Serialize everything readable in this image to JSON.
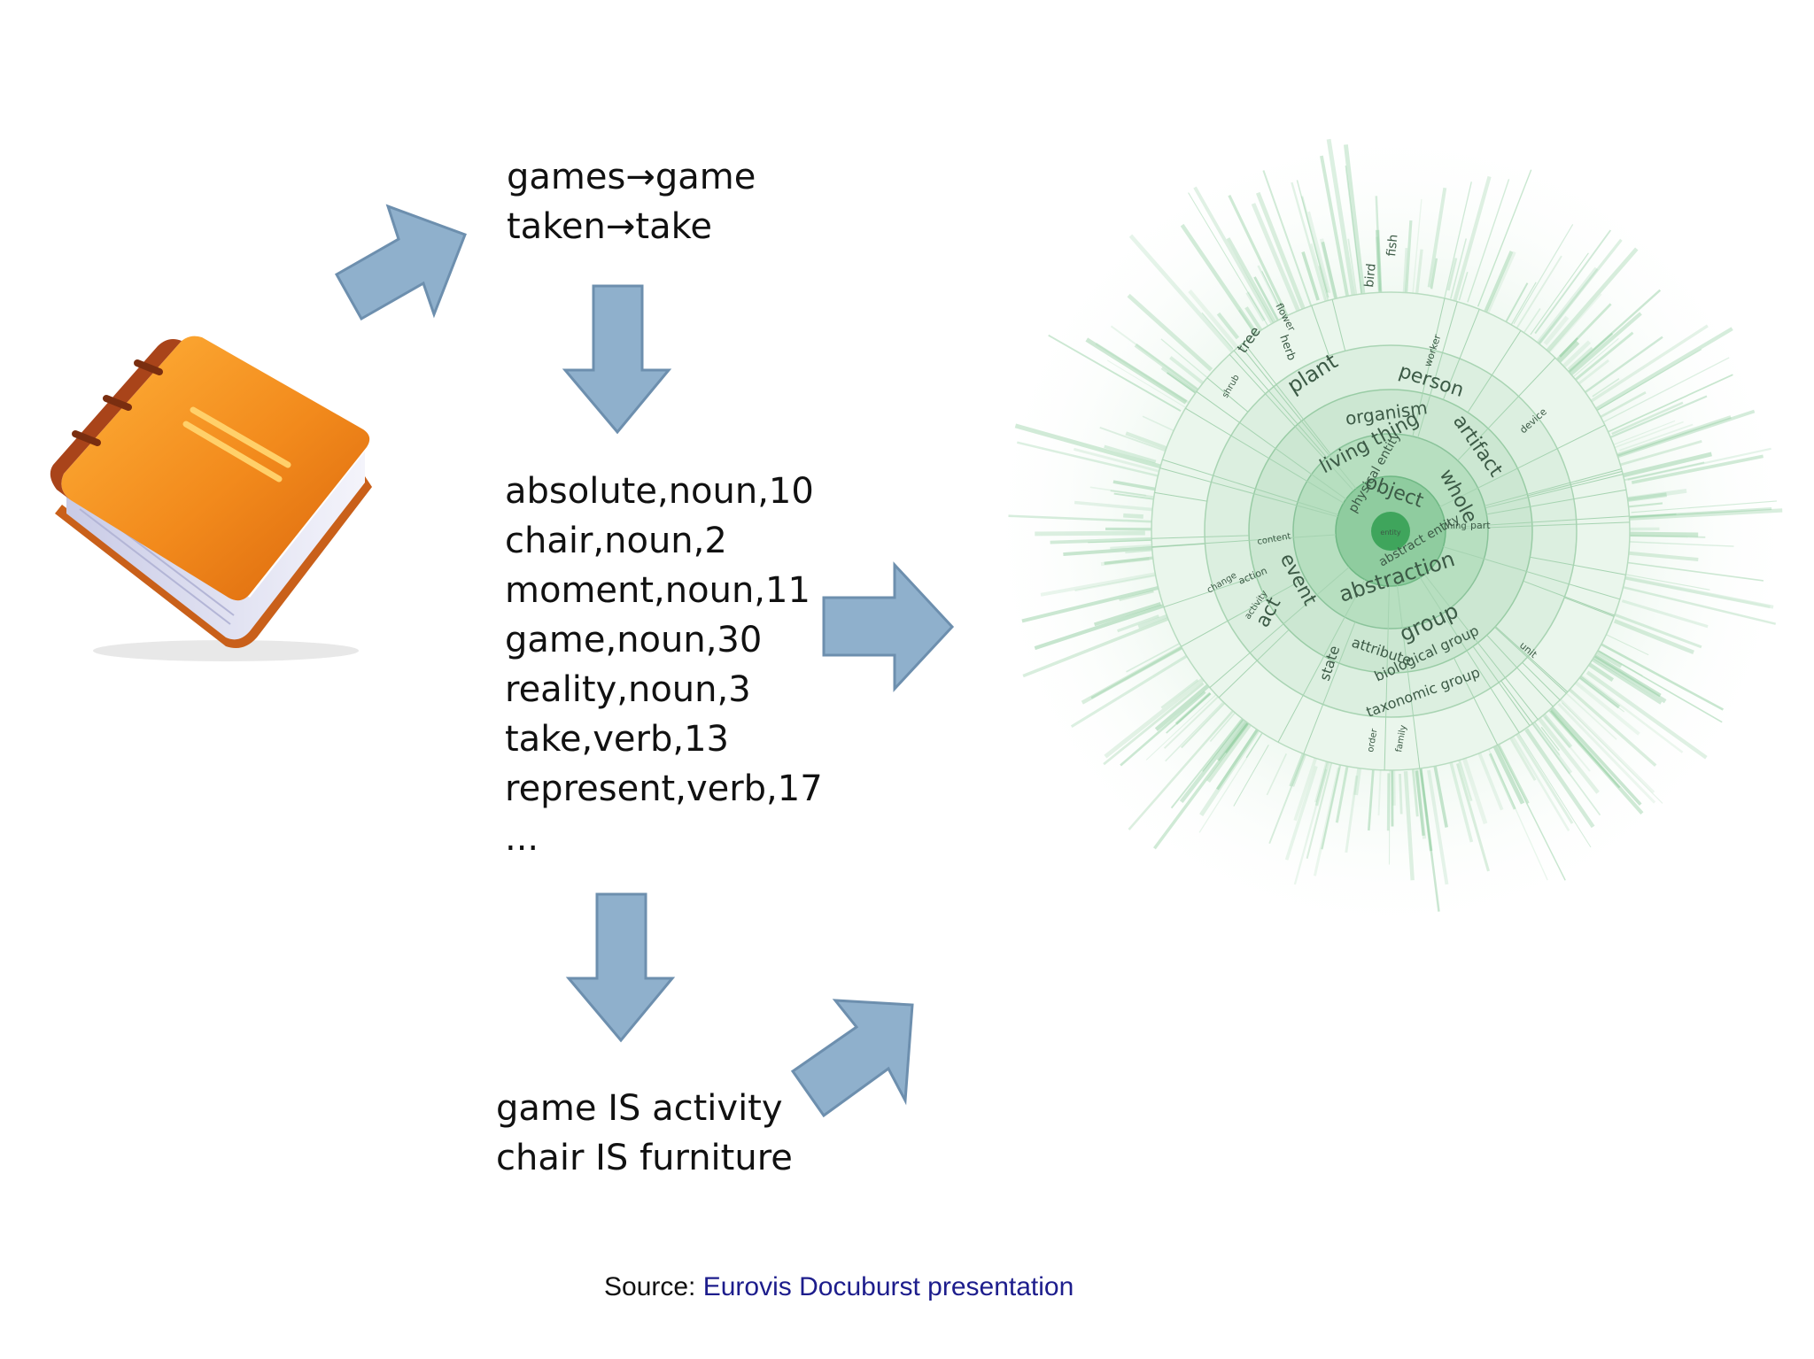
{
  "stemming": {
    "lines": [
      {
        "word": "games",
        "arrow": "→",
        "stem": "game"
      },
      {
        "word": "taken",
        "arrow": "→",
        "stem": "take"
      }
    ]
  },
  "counts": {
    "lines": [
      "absolute,noun,10",
      "chair,noun,2",
      "moment,noun,11",
      "game,noun,30",
      "reality,noun,3",
      "take,verb,13",
      "represent,verb,17",
      "..."
    ]
  },
  "relations": {
    "lines": [
      "game IS activity",
      "chair IS furniture"
    ]
  },
  "source": {
    "prefix": "Source: ",
    "link_text": "Eurovis Docuburst presentation"
  },
  "docuburst": {
    "center_label": "entity",
    "ring2": [
      "physical entity",
      "abstract entity"
    ],
    "labels": [
      "object",
      "whole",
      "living thing",
      "organism",
      "person",
      "plant",
      "artifact",
      "abstraction",
      "group",
      "attribute",
      "event",
      "act",
      "state",
      "biological group",
      "taxonomic group",
      "tree",
      "herb",
      "bird",
      "fish",
      "worker",
      "device",
      "part",
      "thing",
      "unit",
      "action",
      "activity",
      "change",
      "content",
      "order",
      "family",
      "shrub",
      "flower"
    ]
  },
  "colors": {
    "arrow_fill": "#8fb0cc",
    "arrow_stroke": "#6d8fae",
    "book_cover": "#f28a1c",
    "book_spine": "#a9441a",
    "link": "#1d1d8c",
    "burst_green": "#58b873"
  },
  "icons": [
    "book-icon",
    "arrow-icon",
    "docuburst-visualization"
  ]
}
